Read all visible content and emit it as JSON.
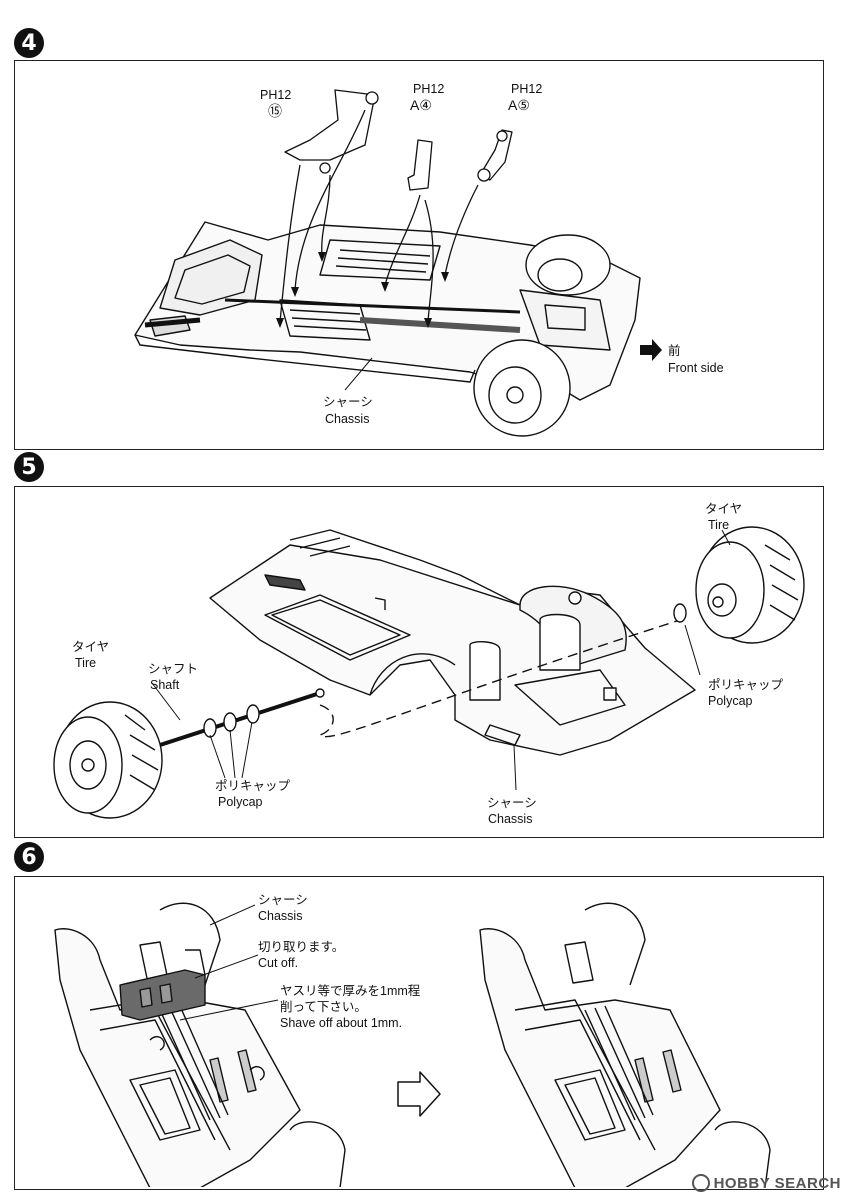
{
  "steps": [
    {
      "number": "4",
      "parts": [
        {
          "code": "PH12",
          "part": "⑮"
        },
        {
          "code": "PH12",
          "part": "A④"
        },
        {
          "code": "PH12",
          "part": "A⑤"
        }
      ],
      "front_jp": "前",
      "front_en": "Front side",
      "chassis_jp": "シャーシ",
      "chassis_en": "Chassis"
    },
    {
      "number": "5",
      "tire_right_jp": "タイヤ",
      "tire_right_en": "Tire",
      "polycap_right_jp": "ポリキャップ",
      "polycap_right_en": "Polycap",
      "tire_left_jp": "タイヤ",
      "tire_left_en": "Tire",
      "shaft_jp": "シャフト",
      "shaft_en": "Shaft",
      "polycap_left_jp": "ポリキャップ",
      "polycap_left_en": "Polycap",
      "chassis_jp": "シャーシ",
      "chassis_en": "Chassis"
    },
    {
      "number": "6",
      "chassis_jp": "シャーシ",
      "chassis_en": "Chassis",
      "cut_jp": "切り取ります。",
      "cut_en": "Cut off.",
      "shave_jp1": "ヤスリ等で厚みを1mm程",
      "shave_jp2": "削って下さい。",
      "shave_en": "Shave off about 1mm."
    }
  ],
  "watermark": "HOBBY SEARCH"
}
